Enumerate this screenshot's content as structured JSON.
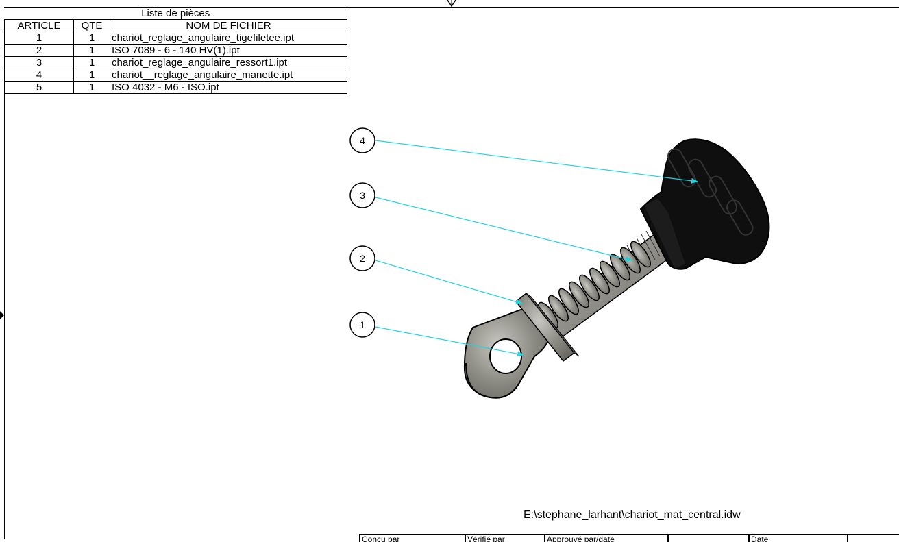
{
  "parts_list": {
    "title": "Liste de pièces",
    "headers": {
      "article": "ARTICLE",
      "qte": "QTE",
      "name": "NOM DE FICHIER"
    },
    "rows": [
      {
        "article": "1",
        "qte": "1",
        "name": "chariot_reglage_angulaire_tigefiletee.ipt"
      },
      {
        "article": "2",
        "qte": "1",
        "name": "ISO 7089 - 6 - 140 HV(1).ipt"
      },
      {
        "article": "3",
        "qte": "1",
        "name": "chariot_reglage_angulaire_ressort1.ipt"
      },
      {
        "article": "4",
        "qte": "1",
        "name": "chariot__reglage_angulaire_manette.ipt"
      },
      {
        "article": "5",
        "qte": "1",
        "name": "ISO 4032 - M6 - ISO.ipt"
      }
    ]
  },
  "balloons": [
    {
      "label": "4"
    },
    {
      "label": "3"
    },
    {
      "label": "2"
    },
    {
      "label": "1"
    }
  ],
  "file_path": "E:\\stephane_larhant\\chariot_mat_central.idw",
  "title_block": {
    "cells": [
      {
        "label": "Conçu par"
      },
      {
        "label": "Vérifié par"
      },
      {
        "label": "Approuvé par/date"
      },
      {
        "label": ""
      },
      {
        "label": "Date"
      },
      {
        "label": ""
      }
    ]
  },
  "colors": {
    "leader": "#22d3e0",
    "knob": "#0e0e0e",
    "metal": "#9a9a94",
    "outline": "#000000"
  }
}
